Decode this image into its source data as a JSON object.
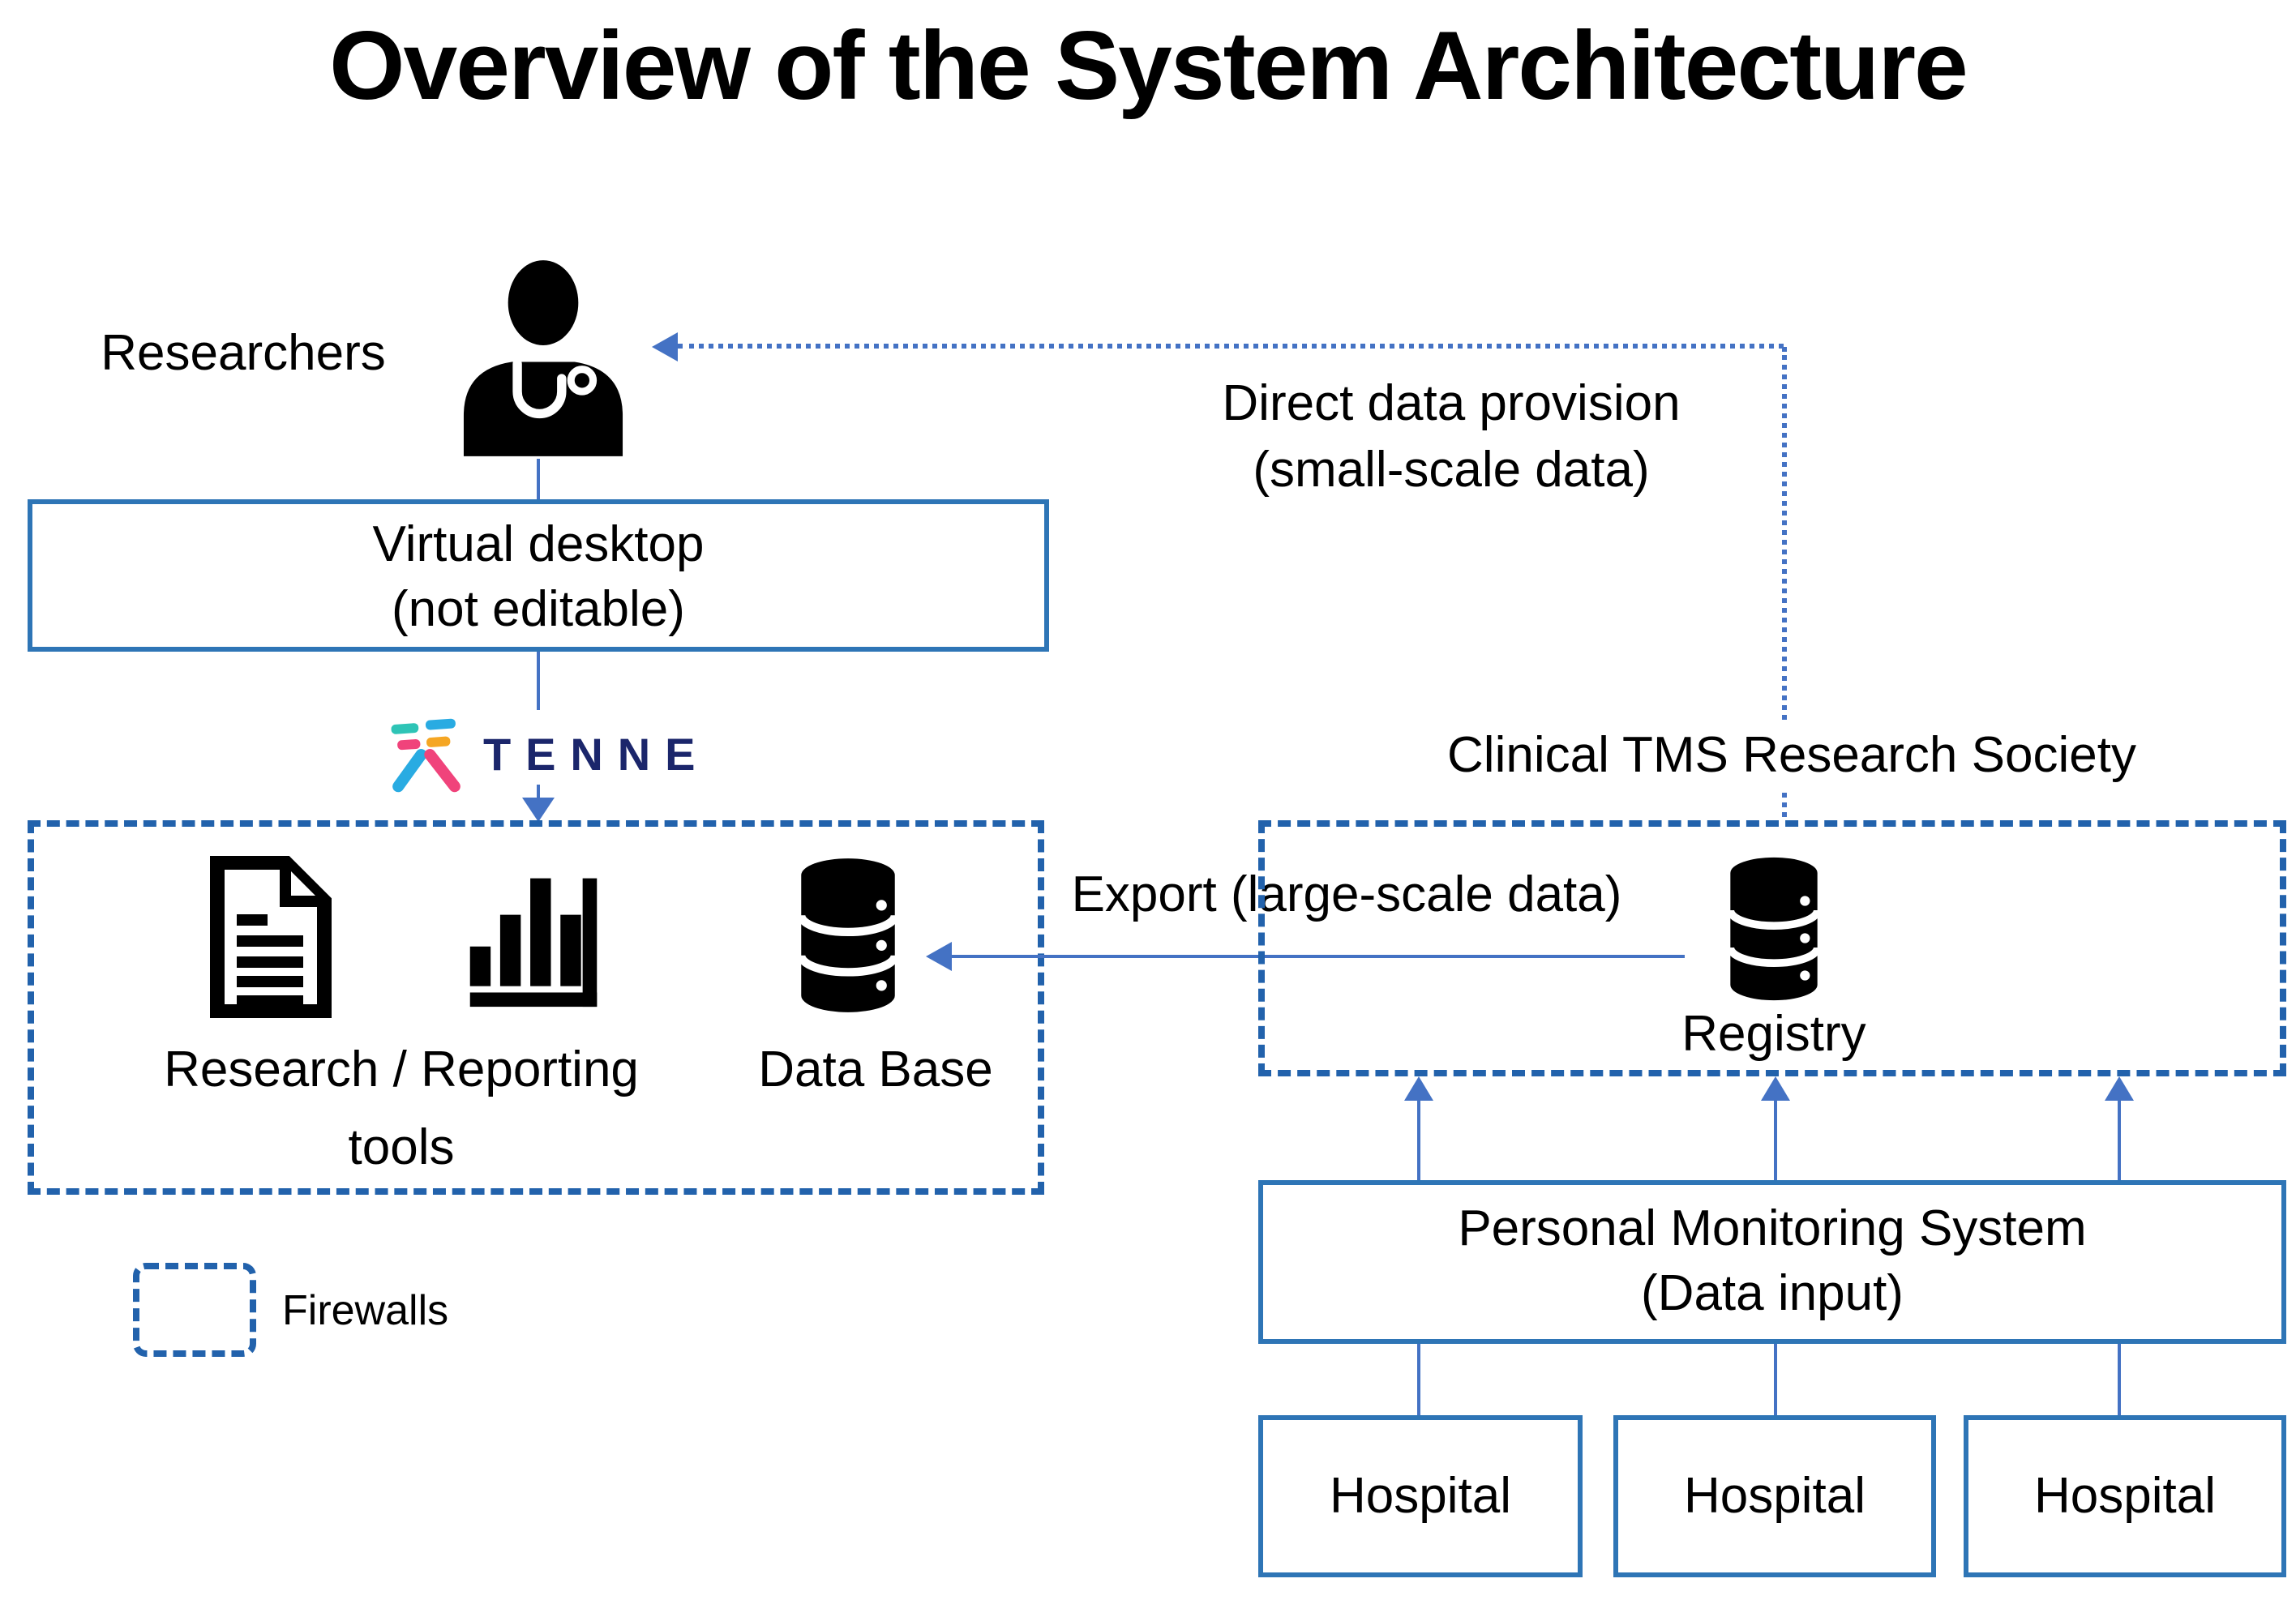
{
  "title": "Overview of the System Architecture",
  "colors": {
    "solid_box_border": "#2E75B6",
    "dashed_firewall_border": "#2262AC",
    "arrow_blue": "#4472C4",
    "tenne_wordmark_navy": "#1B266B",
    "tenne_icon_teal": "#2EC4B6",
    "tenne_icon_cyan": "#29ABE2",
    "tenne_icon_pink": "#F0437B",
    "tenne_icon_orange": "#F5A623",
    "text": "#000000"
  },
  "nodes": {
    "researchers": {
      "label": "Researchers"
    },
    "virtual_desktop": {
      "line1": "Virtual desktop",
      "line2": "(not editable)"
    },
    "tenne": {
      "wordmark": "TENNE"
    },
    "research_env": {
      "tools_label_line1": "Research / Reporting",
      "tools_label_line2": "tools",
      "database_label": "Data Base"
    },
    "society": {
      "label": "Clinical TMS Research Society",
      "registry_label": "Registry"
    },
    "pms": {
      "line1": "Personal Monitoring System",
      "line2": "(Data input)"
    },
    "hospitals": [
      "Hospital",
      "Hospital",
      "Hospital"
    ]
  },
  "edges": {
    "direct_provision": {
      "line1": "Direct data provision",
      "line2": "(small-scale data)"
    },
    "export": {
      "label": "Export (large-scale data)"
    }
  },
  "legend": {
    "firewalls": "Firewalls"
  },
  "icons": {
    "researcher": "doctor-icon",
    "document": "document-icon",
    "bar_chart": "bar-chart-icon",
    "database": "database-icon",
    "registry": "database-icon",
    "tenne_logo": "tenne-logo-icon"
  }
}
